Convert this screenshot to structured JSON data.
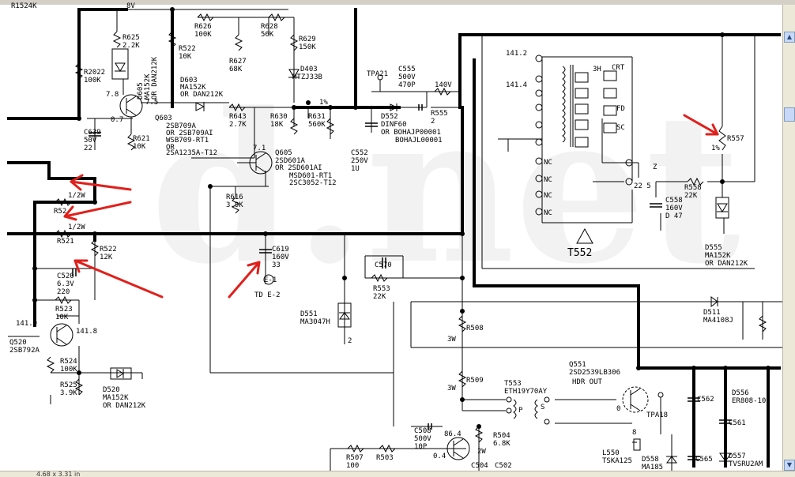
{
  "status_bar": {
    "page_size": "4.68 x 3.31 in"
  },
  "watermark": "d.net",
  "labels": {
    "top_left": "R1524K",
    "v8": "8V",
    "R625": "R625",
    "R625v": "2.2K",
    "R626": "R626",
    "R626v": "100K",
    "R628": "R628",
    "R628v": "56K",
    "R629": "R629",
    "R629v": "150K",
    "R522t": "R522",
    "R522tv": "10K",
    "R627": "R627",
    "R627v": "68K",
    "D403": "D403",
    "D403v": "MTZJ33B",
    "R2022": "R2022",
    "R2022v": "100K",
    "D605": "D605",
    "D605v": "MA152K",
    "D605alt": "OR DAN212K",
    "D603": "D603",
    "D603v": "MA152K",
    "D603alt": "OR DAN212K",
    "v78": "7.8",
    "v75": "7.5",
    "v07": "0.7",
    "R643": "R643",
    "R643v": "2.7K",
    "R630": "R630",
    "R630v": "18K",
    "R631": "R631",
    "R631v": "560K",
    "w1": "1%",
    "TPA21": "TPA21",
    "C555": "C555",
    "C555v": "500V",
    "C555c": "470P",
    "R555": "R555",
    "R555v": "2",
    "V140": "140V",
    "D552": "D552",
    "D552v": "DINF60",
    "D552a": "OR BOHAJP00001",
    "D552b": "BOHAJL00001",
    "C552": "C552",
    "C552v": "250V",
    "C552c": "1U",
    "C639": "C639",
    "C639v": "50V",
    "C639c": "22",
    "R621": "R621",
    "R621v": "10K",
    "Q603": "Q603",
    "Q603a": "2SB709A",
    "Q603b": "OR 2SB709AI",
    "Q603c": "WSB709-RT1",
    "Q603d": "OR",
    "Q603e": "2SA1235A-T12",
    "v71": "7.1",
    "Q605": "Q605",
    "Q605a": "2SD601A",
    "Q605b": "OR 2SD601AI",
    "Q605c": "MSD601-RT1",
    "Q605d": "2SC3052-T12",
    "R616": "R616",
    "R616v": "3.9K",
    "R52x": "R52",
    "W12a": "1/2W",
    "R521": "R521",
    "W12b": "1/2W",
    "R522": "R522",
    "R522v": "12K",
    "C520": "C520",
    "C520v": "6.3V",
    "C520c": "220",
    "R523": "R523",
    "R523v": "10K",
    "C619": "C619",
    "C619v": "160V",
    "C619c": "33",
    "E1": "E-1",
    "TDE2": "TD E-2",
    "C570": "C570",
    "R553": "R553",
    "R553v": "22K",
    "D551": "D551",
    "D551v": "MA3047H",
    "g2": "2",
    "v1419": "141.9",
    "v1418": "141.8",
    "Q520": "Q520",
    "Q520v": "2SB792A",
    "R524": "R524",
    "R524v": "100K",
    "R525": "R525",
    "R525v": "3.9K",
    "D520": "D520",
    "D520v": "MA152K",
    "D520alt": "OR DAN212K",
    "p1412": "141.2",
    "p1414": "141.4",
    "NC": "NC",
    "CRT": "CRT",
    "FD": "FD",
    "SC": "SC",
    "H3": "3H",
    "T552": "T552",
    "R557": "R557",
    "w1b": "1%",
    "R558": "R558",
    "R558v": "22K",
    "C558": "C558",
    "C558v": "160V",
    "C558c": "D 47",
    "v225": "22 5",
    "Zp": "Z",
    "D555": "D555",
    "D555v": "MA152K",
    "D555alt": "OR DAN212K",
    "R508": "R508",
    "W3a": "3W",
    "R509": "R509",
    "W3b": "3W",
    "D511": "D511",
    "D511v": "MA4108J",
    "T553": "T553",
    "T553v": "ETH19Y70AY",
    "Q551": "Q551",
    "Q551v": "2SD2539LB306",
    "HDR": "HDR OUT",
    "C562": "C562",
    "C561": "C561",
    "D556": "D556",
    "D556v": "ER808-10",
    "TPA18": "TPA18",
    "L550": "L550",
    "L550v": "TSKA125",
    "D558": "D558",
    "D558v": "MA185",
    "C565": "C565",
    "D557": "D557",
    "D557v": "TVSRU2AM",
    "C508": "C508",
    "C508v": "500V",
    "C508c": "10P",
    "v864": "86.4",
    "v04": "0.4",
    "R504": "R504",
    "R504v": "6.8K",
    "W2": "2W",
    "R507": "R507",
    "R507v": "100",
    "R503": "R503",
    "C502": "C502",
    "C504": "C504",
    "Ps": "P",
    "Ss": "S",
    "d0": "0",
    "d8": "8"
  }
}
